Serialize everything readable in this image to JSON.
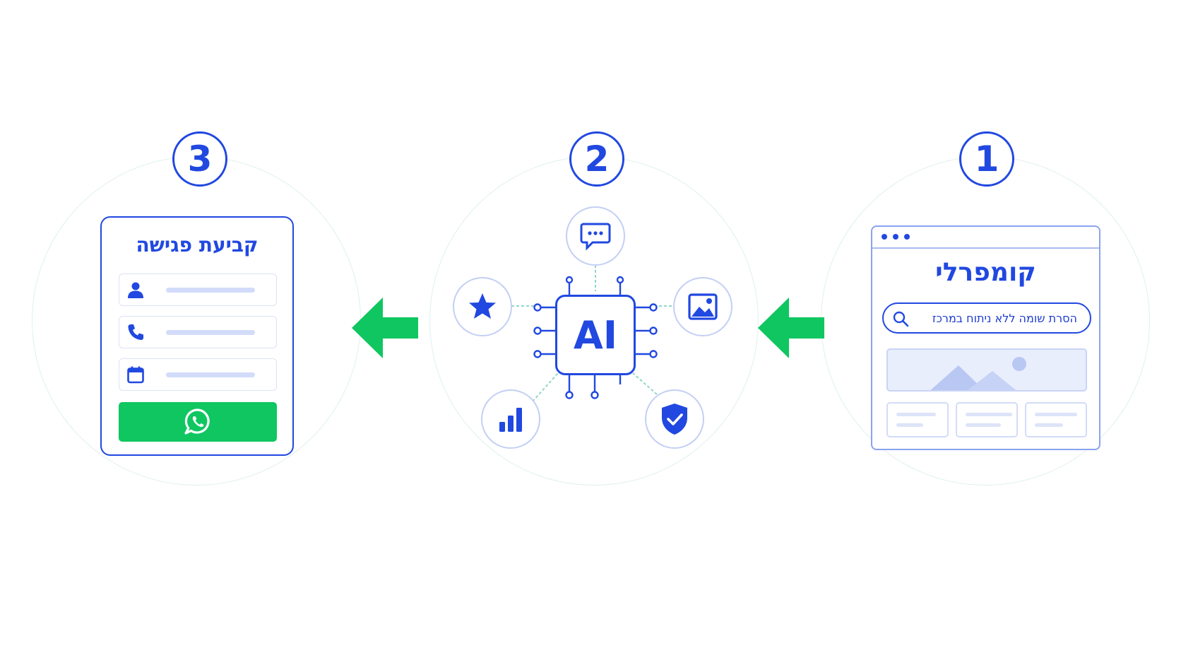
{
  "steps": [
    {
      "number": "3",
      "form": {
        "title": "קביעת פגישה",
        "fields": [
          "person-icon",
          "phone-icon",
          "calendar-icon"
        ],
        "button_icon": "whatsapp-icon"
      }
    },
    {
      "number": "2",
      "center_label": "AI",
      "nodes": [
        "chat-icon",
        "image-icon",
        "star-icon",
        "chart-icon",
        "shield-check-icon"
      ]
    },
    {
      "number": "1",
      "browser": {
        "brand": "קומפרלי",
        "search_text": "הסרת שומה ללא ניתוח במרכז"
      }
    }
  ],
  "colors": {
    "primary": "#2148e0",
    "accent_green": "#0fc660",
    "light_blue": "#c3d0f4"
  }
}
